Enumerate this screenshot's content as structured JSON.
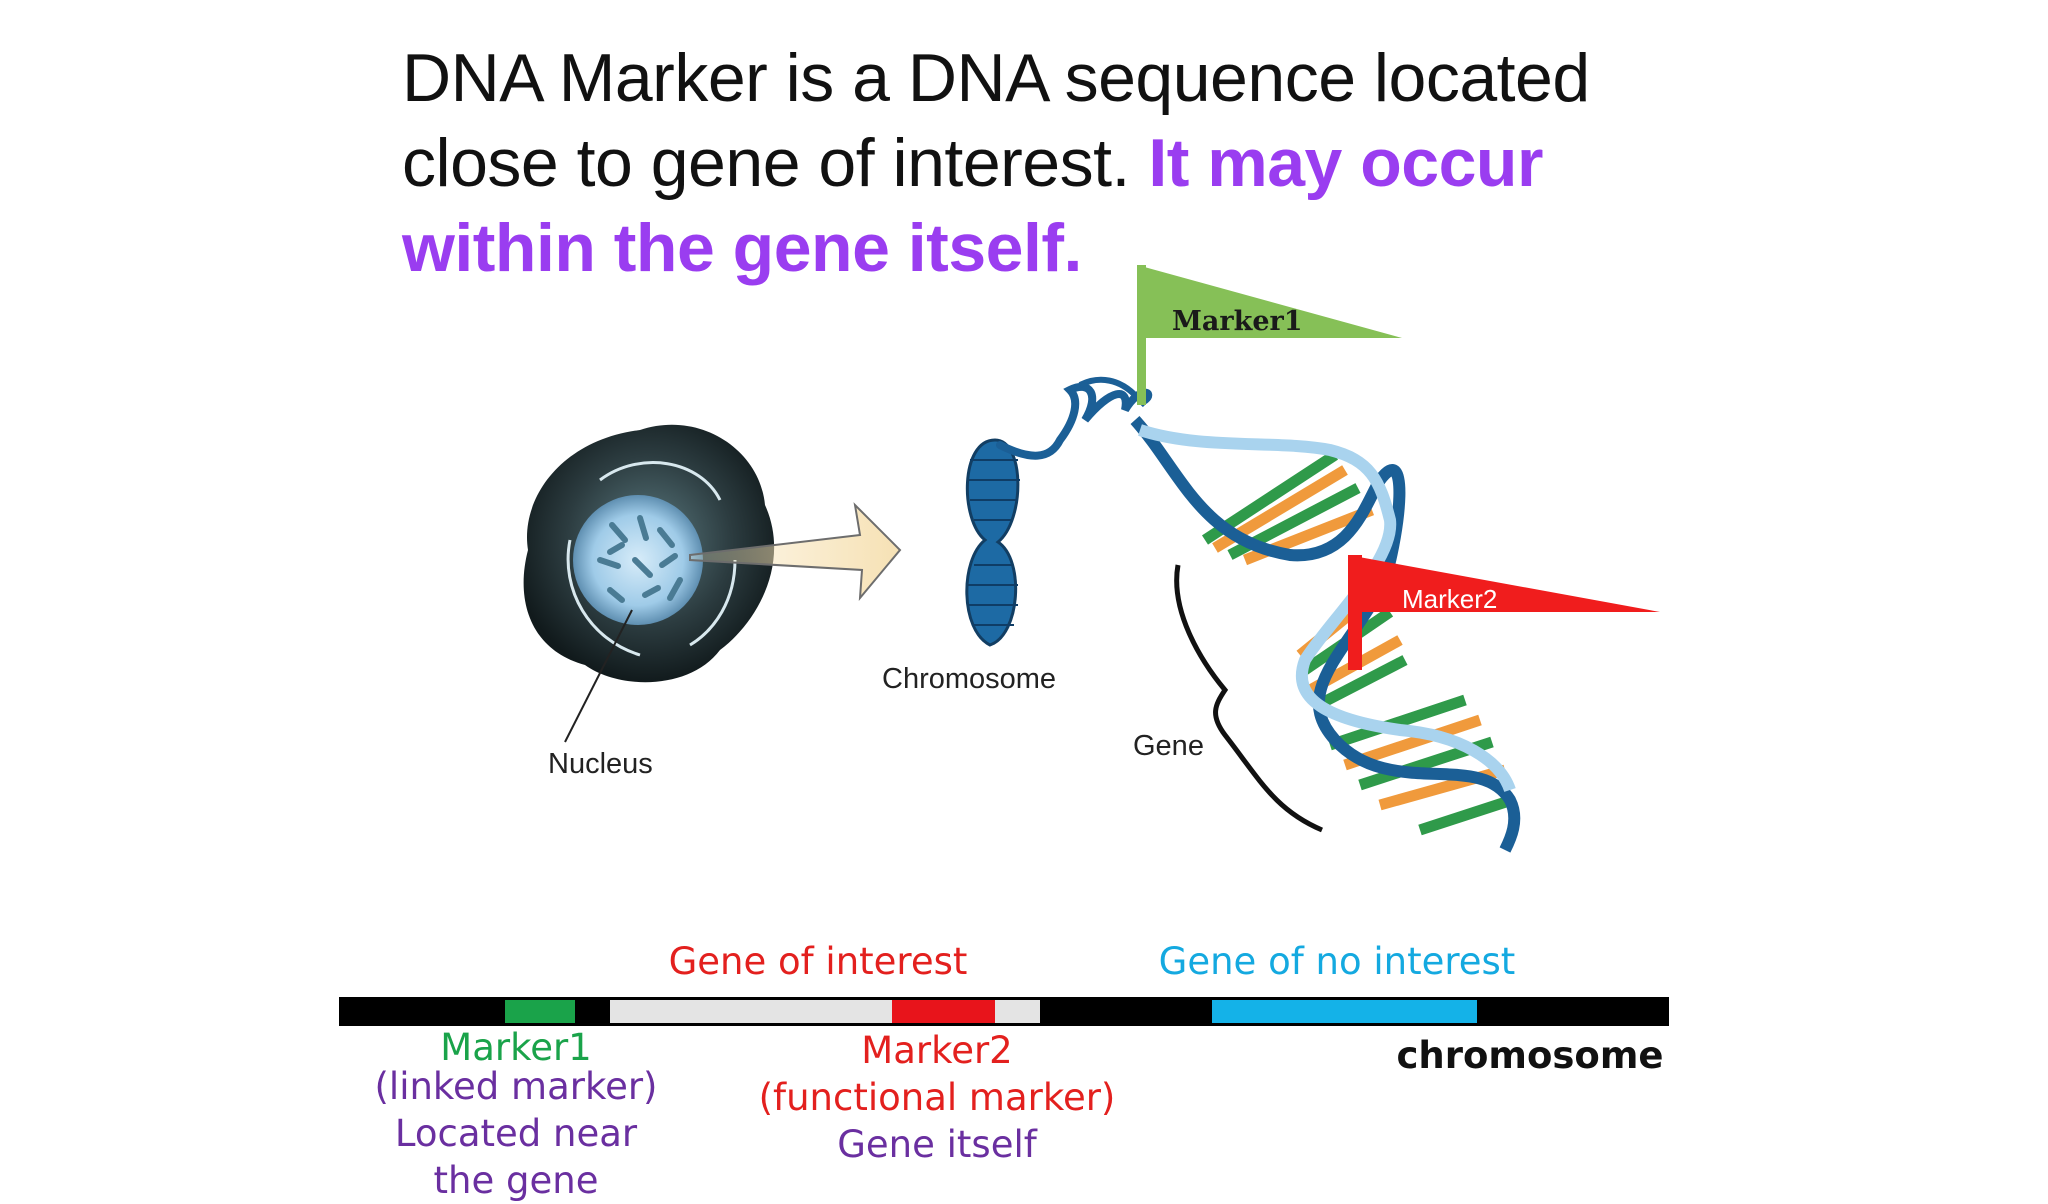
{
  "headline": {
    "plain": "DNA Marker is a DNA sequence located close to gene of interest.",
    "highlight": "It may occur within the gene itself."
  },
  "illustration": {
    "flag1_label": "Marker1",
    "flag2_label": "Marker2",
    "nucleus_label": "Nucleus",
    "chromosome_label": "Chromosome",
    "gene_label": "Gene"
  },
  "bar_diagram": {
    "gene_of_interest": "Gene of interest",
    "gene_of_no_interest": "Gene of no interest",
    "chromosome": "chromosome",
    "marker1": {
      "name": "Marker1",
      "type": "(linked marker)",
      "note": "Located near the gene"
    },
    "marker2": {
      "name": "Marker2",
      "type": "(functional marker)",
      "note": "Gene itself"
    }
  },
  "colors": {
    "highlight": "#9a3df0",
    "marker1": "#1aa34a",
    "marker2": "#e8141b",
    "gene_of_no_interest": "#14b2e8",
    "subtitle_purple": "#6a2fa0",
    "chromosome_bar": "#000000"
  }
}
